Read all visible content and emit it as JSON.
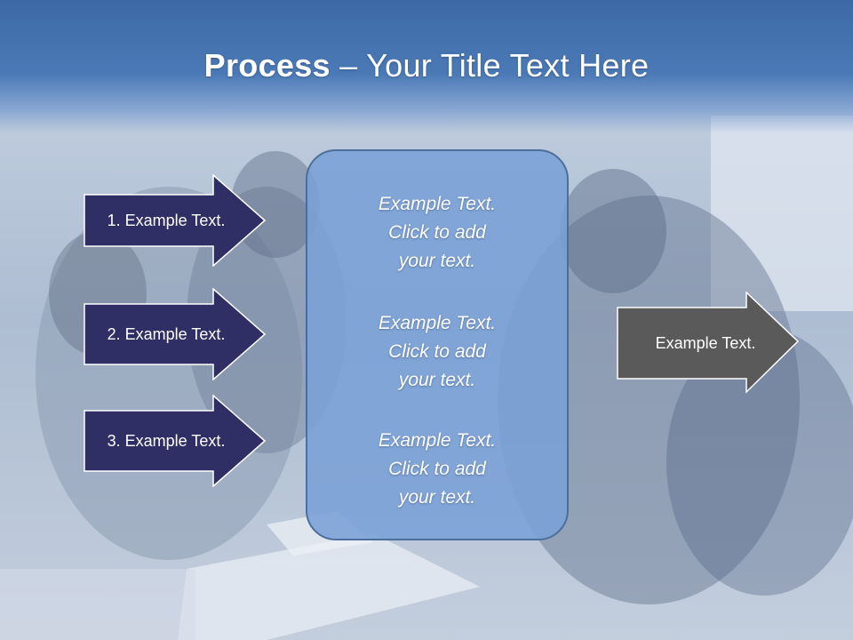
{
  "slide": {
    "title_bold": "Process",
    "title_rest": " – Your Title Text Here",
    "steps": [
      {
        "label": "1. Example Text."
      },
      {
        "label": "2. Example Text."
      },
      {
        "label": "3. Example Text."
      }
    ],
    "center_texts": [
      "Example Text.\nClick  to add\nyour text.",
      "Example Text.\nClick  to add\nyour text.",
      "Example Text.\nClick  to add\nyour text."
    ],
    "result_label": "Example Text."
  },
  "colors": {
    "title_band": "#4a79b6",
    "step_arrow_fill": "#2f2f66",
    "center_box_fill": "#7aa0d6",
    "result_arrow_fill": "#5a5a5a"
  }
}
